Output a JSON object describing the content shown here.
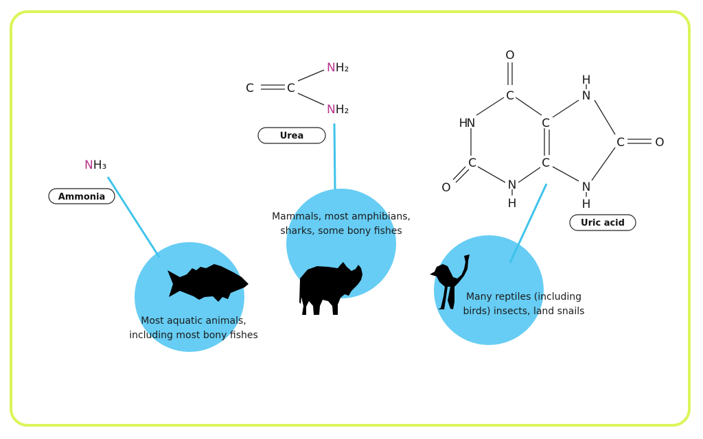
{
  "compounds": {
    "ammonia": {
      "name": "Ammonia",
      "formula_n": "N",
      "formula_rest": "H₃"
    },
    "urea": {
      "name": "Urea",
      "atom_c": "C",
      "amine_n": "N",
      "amine_h": "H₂"
    },
    "uric_acid": {
      "name": "Uric acid",
      "atom_c": "C",
      "atom_o": "O",
      "atom_n": "N",
      "atom_h": "H"
    }
  },
  "groups": {
    "aquatic": {
      "line1": "Most aquatic animals,",
      "line2": "including most bony fishes",
      "icon": "fish-icon"
    },
    "mammals": {
      "line1": "Mammals, most amphibians,",
      "line2": "sharks, some bony fishes",
      "icon": "rhino-icon"
    },
    "reptiles": {
      "line1": "Many reptiles (including",
      "line2": "birds) insects, land snails",
      "icon": "bird-icon"
    }
  },
  "colors": {
    "frame_border": "#ddf45a",
    "circle_fill": "#67cdf4",
    "connector": "#3fc3ea",
    "nitrogen": "#b5318d"
  }
}
